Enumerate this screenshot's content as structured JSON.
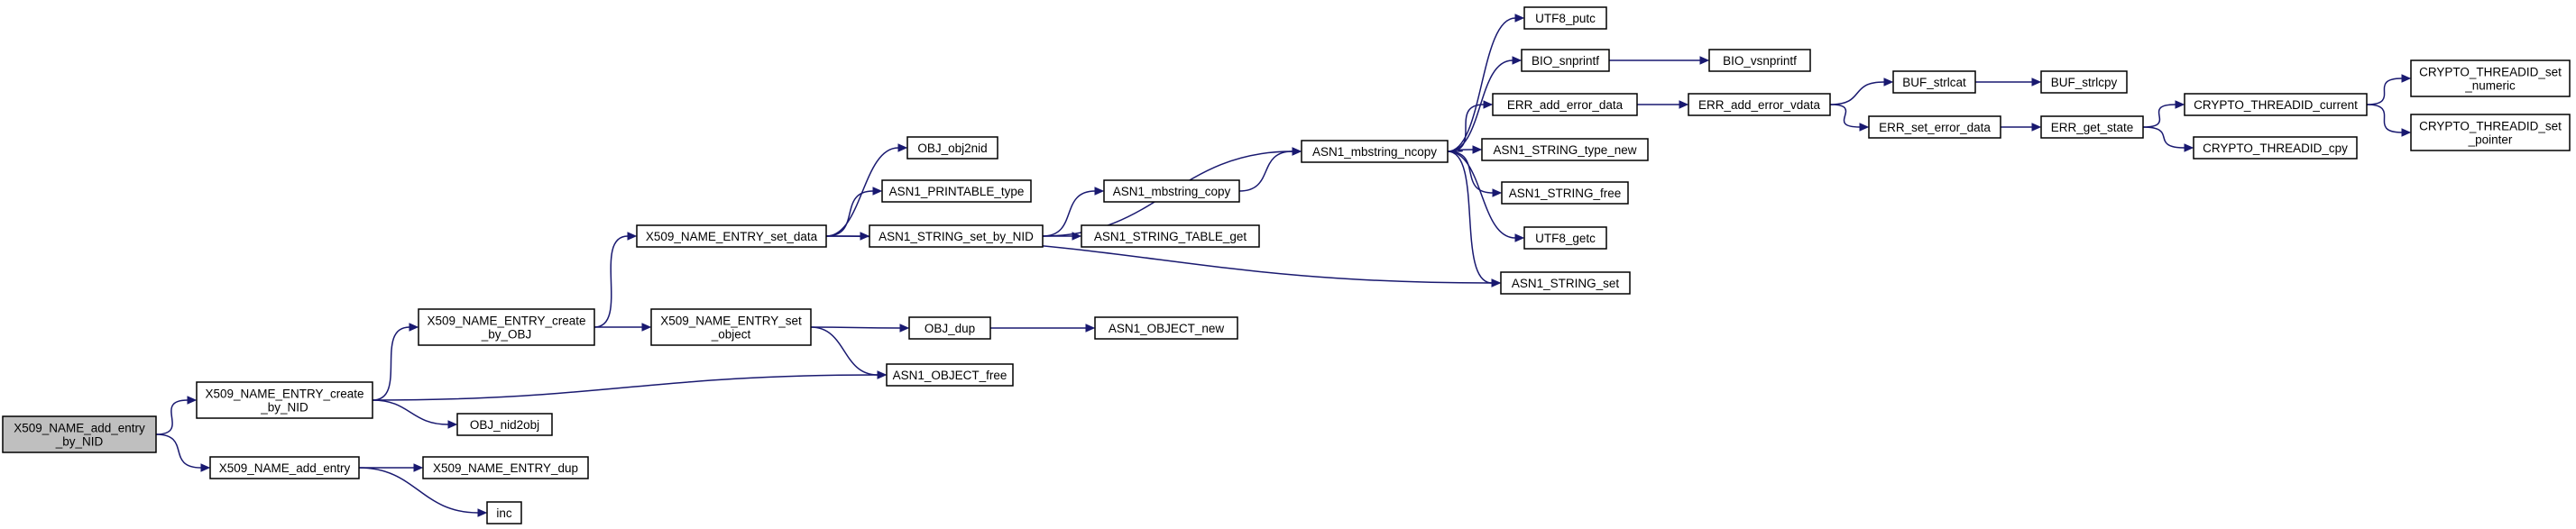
{
  "graph": {
    "nodes": [
      {
        "id": "root",
        "lines": [
          "X509_NAME_add_entry",
          "_by_NID"
        ],
        "highlight": true
      },
      {
        "id": "create_by_nid",
        "lines": [
          "X509_NAME_ENTRY_create",
          "_by_NID"
        ]
      },
      {
        "id": "add_entry",
        "lines": [
          "X509_NAME_add_entry"
        ]
      },
      {
        "id": "create_by_obj",
        "lines": [
          "X509_NAME_ENTRY_create",
          "_by_OBJ"
        ]
      },
      {
        "id": "obj_nid2obj",
        "lines": [
          "OBJ_nid2obj"
        ]
      },
      {
        "id": "set_data",
        "lines": [
          "X509_NAME_ENTRY_set_data"
        ]
      },
      {
        "id": "set_object",
        "lines": [
          "X509_NAME_ENTRY_set",
          "_object"
        ]
      },
      {
        "id": "entry_dup",
        "lines": [
          "X509_NAME_ENTRY_dup"
        ]
      },
      {
        "id": "inc",
        "lines": [
          "inc"
        ]
      },
      {
        "id": "obj2nid",
        "lines": [
          "OBJ_obj2nid"
        ]
      },
      {
        "id": "printable_type",
        "lines": [
          "ASN1_PRINTABLE_type"
        ]
      },
      {
        "id": "string_set_by_nid",
        "lines": [
          "ASN1_STRING_set_by_NID"
        ]
      },
      {
        "id": "obj_dup",
        "lines": [
          "OBJ_dup"
        ]
      },
      {
        "id": "object_free",
        "lines": [
          "ASN1_OBJECT_free"
        ]
      },
      {
        "id": "mbstring_copy",
        "lines": [
          "ASN1_mbstring_copy"
        ]
      },
      {
        "id": "string_table_get",
        "lines": [
          "ASN1_STRING_TABLE_get"
        ]
      },
      {
        "id": "object_new",
        "lines": [
          "ASN1_OBJECT_new"
        ]
      },
      {
        "id": "mbstring_ncopy",
        "lines": [
          "ASN1_mbstring_ncopy"
        ]
      },
      {
        "id": "utf8_putc",
        "lines": [
          "UTF8_putc"
        ]
      },
      {
        "id": "bio_snprintf",
        "lines": [
          "BIO_snprintf"
        ]
      },
      {
        "id": "err_add_error_data",
        "lines": [
          "ERR_add_error_data"
        ]
      },
      {
        "id": "string_type_new",
        "lines": [
          "ASN1_STRING_type_new"
        ]
      },
      {
        "id": "string_free",
        "lines": [
          "ASN1_STRING_free"
        ]
      },
      {
        "id": "utf8_getc",
        "lines": [
          "UTF8_getc"
        ]
      },
      {
        "id": "string_set",
        "lines": [
          "ASN1_STRING_set"
        ]
      },
      {
        "id": "bio_vsnprintf",
        "lines": [
          "BIO_vsnprintf"
        ]
      },
      {
        "id": "err_add_error_vdata",
        "lines": [
          "ERR_add_error_vdata"
        ]
      },
      {
        "id": "buf_strlcat",
        "lines": [
          "BUF_strlcat"
        ]
      },
      {
        "id": "err_set_error_data",
        "lines": [
          "ERR_set_error_data"
        ]
      },
      {
        "id": "buf_strlcpy",
        "lines": [
          "BUF_strlcpy"
        ]
      },
      {
        "id": "err_get_state",
        "lines": [
          "ERR_get_state"
        ]
      },
      {
        "id": "threadid_current",
        "lines": [
          "CRYPTO_THREADID_current"
        ]
      },
      {
        "id": "threadid_cpy",
        "lines": [
          "CRYPTO_THREADID_cpy"
        ]
      },
      {
        "id": "threadid_set_numeric",
        "lines": [
          "CRYPTO_THREADID_set",
          "_numeric"
        ]
      },
      {
        "id": "threadid_set_pointer",
        "lines": [
          "CRYPTO_THREADID_set",
          "_pointer"
        ]
      }
    ],
    "edges": [
      [
        "root",
        "create_by_nid"
      ],
      [
        "root",
        "add_entry"
      ],
      [
        "create_by_nid",
        "create_by_obj"
      ],
      [
        "create_by_nid",
        "obj_nid2obj"
      ],
      [
        "create_by_nid",
        "object_free"
      ],
      [
        "add_entry",
        "entry_dup"
      ],
      [
        "add_entry",
        "inc"
      ],
      [
        "create_by_obj",
        "set_data"
      ],
      [
        "create_by_obj",
        "set_object"
      ],
      [
        "set_data",
        "obj2nid"
      ],
      [
        "set_data",
        "printable_type"
      ],
      [
        "set_data",
        "string_set_by_nid"
      ],
      [
        "set_data",
        "string_set"
      ],
      [
        "set_object",
        "obj_dup"
      ],
      [
        "set_object",
        "object_free"
      ],
      [
        "obj_dup",
        "object_new"
      ],
      [
        "string_set_by_nid",
        "mbstring_copy"
      ],
      [
        "string_set_by_nid",
        "string_table_get"
      ],
      [
        "string_set_by_nid",
        "mbstring_ncopy"
      ],
      [
        "mbstring_copy",
        "mbstring_ncopy"
      ],
      [
        "mbstring_ncopy",
        "utf8_putc"
      ],
      [
        "mbstring_ncopy",
        "bio_snprintf"
      ],
      [
        "mbstring_ncopy",
        "err_add_error_data"
      ],
      [
        "mbstring_ncopy",
        "string_type_new"
      ],
      [
        "mbstring_ncopy",
        "string_free"
      ],
      [
        "mbstring_ncopy",
        "utf8_getc"
      ],
      [
        "mbstring_ncopy",
        "string_set"
      ],
      [
        "bio_snprintf",
        "bio_vsnprintf"
      ],
      [
        "err_add_error_data",
        "err_add_error_vdata"
      ],
      [
        "err_add_error_vdata",
        "buf_strlcat"
      ],
      [
        "err_add_error_vdata",
        "err_set_error_data"
      ],
      [
        "buf_strlcat",
        "buf_strlcpy"
      ],
      [
        "err_set_error_data",
        "err_get_state"
      ],
      [
        "err_get_state",
        "threadid_current"
      ],
      [
        "err_get_state",
        "threadid_cpy"
      ],
      [
        "threadid_current",
        "threadid_set_numeric"
      ],
      [
        "threadid_current",
        "threadid_set_pointer"
      ]
    ]
  }
}
